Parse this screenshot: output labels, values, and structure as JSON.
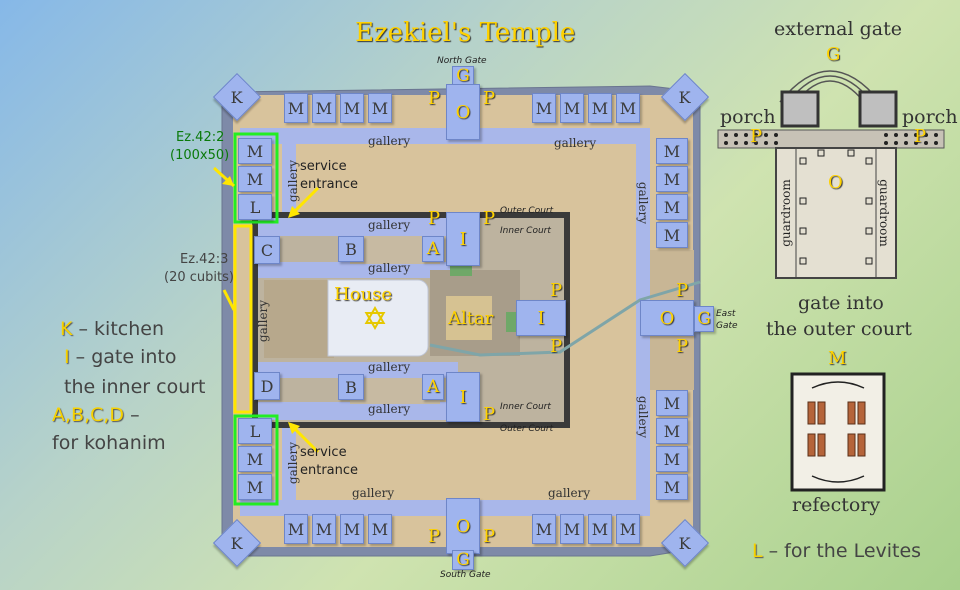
{
  "title": "Ezekiel's Temple",
  "gates": {
    "north": "North Gate",
    "south": "South Gate",
    "east": "East Gate"
  },
  "letters": {
    "G": "G",
    "O": "O",
    "P": "P",
    "M": "M",
    "K": "K",
    "L": "L",
    "I": "I",
    "A": "A",
    "B": "B",
    "C": "C",
    "D": "D"
  },
  "gallery": "gallery",
  "service_entrance": "service entrance",
  "house": "House",
  "altar": "Altar",
  "courts": {
    "outer": "Outer Court",
    "inner": "Inner Court"
  },
  "ez42_2": {
    "ref": "Ez.42:2",
    "dims": "(100x50)"
  },
  "ez42_3": {
    "ref": "Ez.42:3",
    "dims": "(20 cubits)"
  },
  "legend": {
    "K": "– kitchen",
    "I": "– gate into",
    "I2": "the inner court",
    "ABCD_key": "A,B,C,D",
    "ABCD": "–",
    "ABCD2": "for kohanim",
    "L": "– for the Levites"
  },
  "gate_detail": {
    "external_gate": "external gate",
    "porch_left": "porch",
    "porch_right": "porch",
    "guardroom": "guardroom",
    "caption1": "gate into",
    "caption2": "the outer court"
  },
  "refectory": {
    "label": "refectory",
    "key": "M"
  },
  "colors": {
    "room": "#9fb4ee",
    "letter": "#ffd200",
    "outer_court": "#d8c39c",
    "inner_court": "#bdb39f",
    "highlight_green": "#22ee22",
    "highlight_yellow": "#ffe600"
  }
}
